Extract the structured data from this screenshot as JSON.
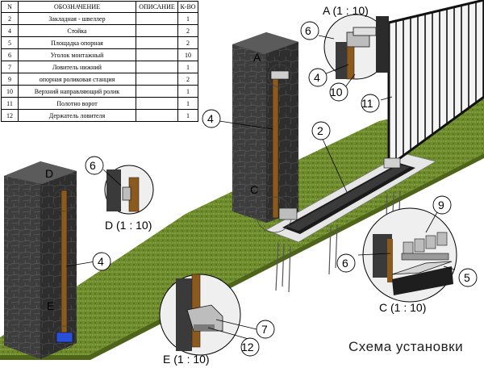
{
  "table": {
    "headers": [
      "N",
      "ОБОЗНАЧЕНИЕ",
      "ОПИСАНИЕ",
      "К-ВО"
    ],
    "rows": [
      {
        "n": "2",
        "name": "Закладная - швеллер",
        "desc": "",
        "qty": "1"
      },
      {
        "n": "4",
        "name": "Стойка",
        "desc": "",
        "qty": "2"
      },
      {
        "n": "5",
        "name": "Площадка опорная",
        "desc": "",
        "qty": "2"
      },
      {
        "n": "6",
        "name": "Уголок монтажный",
        "desc": "",
        "qty": "10"
      },
      {
        "n": "7",
        "name": "Ловитель нижний",
        "desc": "",
        "qty": "1"
      },
      {
        "n": "9",
        "name": "опорная роликовая станция",
        "desc": "",
        "qty": "2"
      },
      {
        "n": "10",
        "name": "Верхний направляющий ролик",
        "desc": "",
        "qty": "1"
      },
      {
        "n": "11",
        "name": "Полотно ворот",
        "desc": "",
        "qty": "1"
      },
      {
        "n": "12",
        "name": "Держатель ловителя",
        "desc": "",
        "qty": "1"
      }
    ]
  },
  "callouts": {
    "c6_top": "6",
    "c4_top": "4",
    "c10": "10",
    "c11": "11",
    "c4_mid": "4",
    "c2": "2",
    "c6_left": "6",
    "c4_left": "4",
    "c9": "9",
    "c6_right": "6",
    "c5": "5",
    "c7": "7",
    "c12": "12"
  },
  "details": {
    "a": "A (1 : 10)",
    "d": "D (1 : 10)",
    "c": "C (1 : 10)",
    "e": "E (1 : 10)"
  },
  "markers": {
    "a": "A",
    "d": "D",
    "e": "E",
    "c": "C"
  },
  "caption": "Схема установки",
  "colors": {
    "grass": "#6f8a2e",
    "stone": "#3c3c3c",
    "post": "#8b5a1e",
    "gate": "#222222",
    "concrete": "#d8d8d8"
  }
}
